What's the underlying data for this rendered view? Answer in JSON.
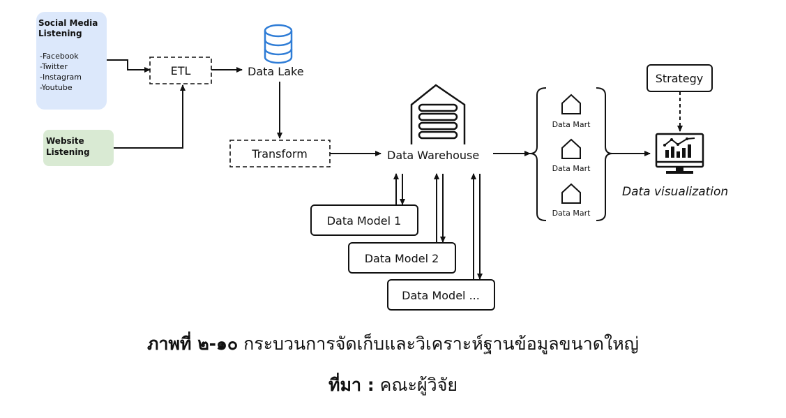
{
  "diagram": {
    "social_box": {
      "title_line1": "Social Media",
      "title_line2": "Listening",
      "items": [
        "-Facebook",
        "-Twitter",
        "-Instagram",
        "-Youtube"
      ],
      "fill": "#dce8fb"
    },
    "website_box": {
      "title_line1": "Website",
      "title_line2": "Listening",
      "fill": "#d9ead3"
    },
    "etl_label": "ETL",
    "data_lake_label": "Data Lake",
    "transform_label": "Transform",
    "warehouse_label": "Data Warehouse",
    "models": [
      "Data Model 1",
      "Data Model 2",
      "Data Model ..."
    ],
    "data_marts": [
      "Data Mart",
      "Data Mart",
      "Data Mart"
    ],
    "strategy_label": "Strategy",
    "visualization_label": "Data visualization",
    "colors": {
      "database_icon": "#2e7cd6",
      "stroke": "#111111"
    }
  },
  "caption": {
    "figure_label": "ภาพที่ ๒-๑๐",
    "figure_text": "กระบวนการจัดเก็บและวิเคราะห์ฐานข้อมูลขนาดใหญ่",
    "source_label": "ที่มา :",
    "source_text": "คณะผู้วิจัย"
  }
}
